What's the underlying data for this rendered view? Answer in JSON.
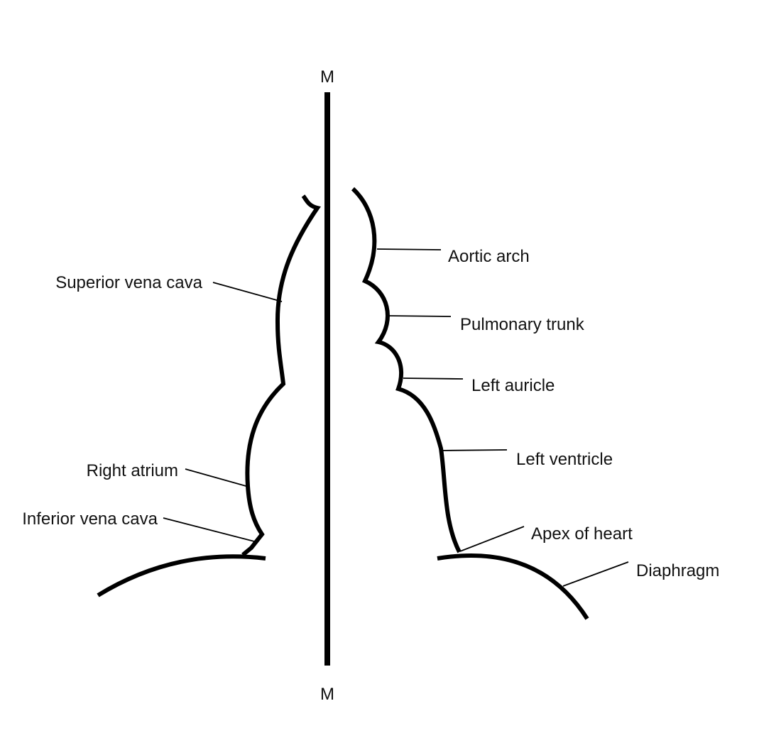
{
  "midline": {
    "top_label": "M",
    "bottom_label": "M"
  },
  "labels": {
    "superior_vena_cava": "Superior vena cava",
    "right_atrium": "Right atrium",
    "inferior_vena_cava": "Inferior vena cava",
    "aortic_arch": "Aortic arch",
    "pulmonary_trunk": "Pulmonary trunk",
    "left_auricle": "Left auricle",
    "left_ventricle": "Left ventricle",
    "apex_of_heart": "Apex of heart",
    "diaphragm": "Diaphragm"
  }
}
